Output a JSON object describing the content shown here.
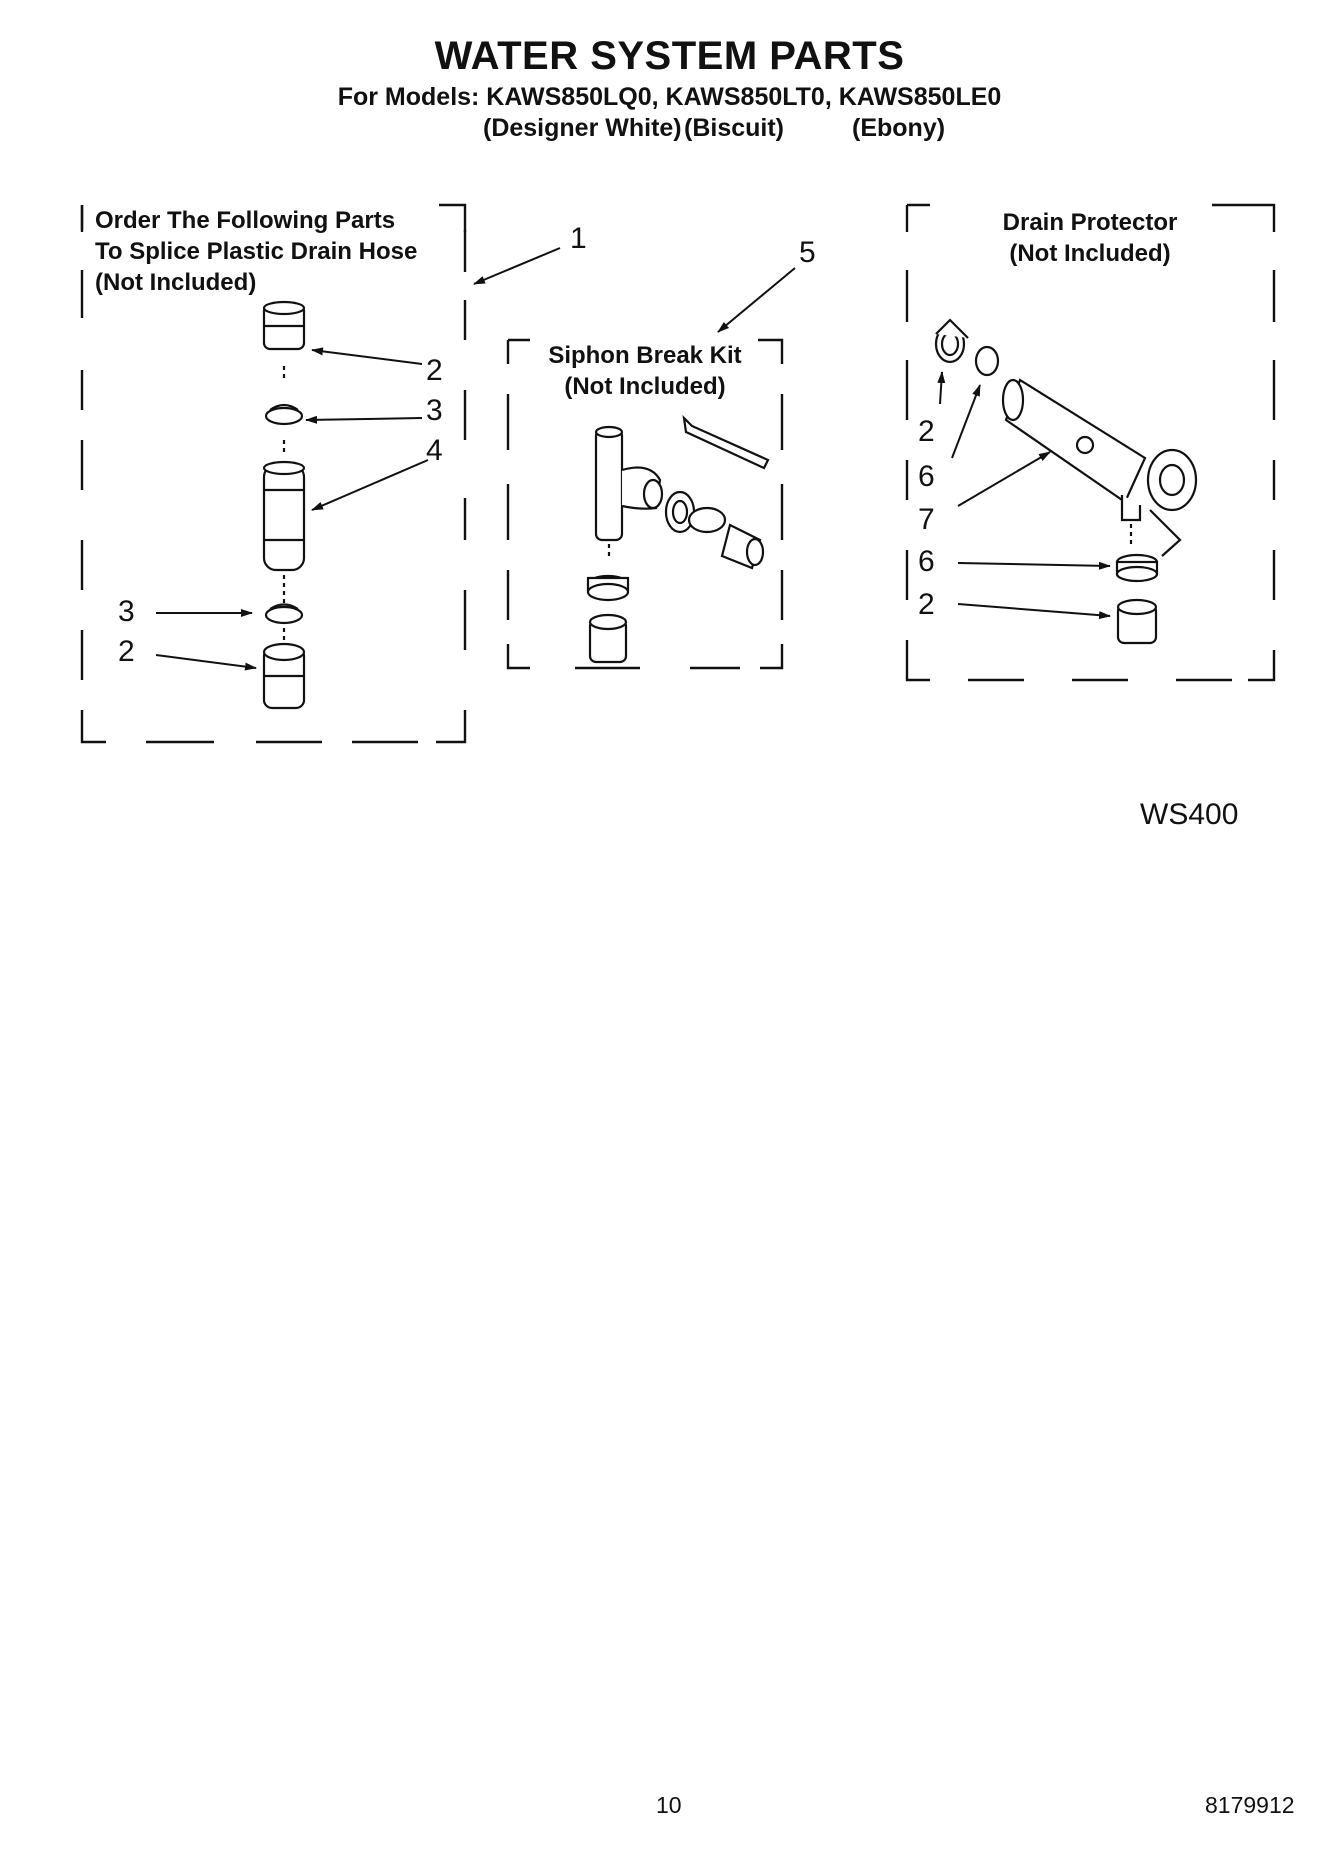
{
  "header": {
    "title": "WATER SYSTEM PARTS",
    "models_line": "For Models: KAWS850LQ0, KAWS850LT0, KAWS850LE0",
    "variants": [
      "(Designer White)",
      "(Biscuit)",
      "(Ebony)"
    ]
  },
  "boxes": {
    "splice": {
      "lines": [
        "Order The Following Parts",
        "To Splice Plastic Drain Hose",
        "(Not Included)"
      ]
    },
    "siphon": {
      "lines": [
        "Siphon Break Kit",
        "(Not Included)"
      ]
    },
    "drain": {
      "lines": [
        "Drain Protector",
        "(Not Included)"
      ]
    }
  },
  "callouts": {
    "c1": "1",
    "c5": "5",
    "left": [
      "2",
      "3",
      "4",
      "3",
      "2"
    ],
    "right": [
      "2",
      "6",
      "7",
      "6",
      "2"
    ]
  },
  "diagram_code": "WS400",
  "footer": {
    "page": "10",
    "doc": "8179912"
  }
}
